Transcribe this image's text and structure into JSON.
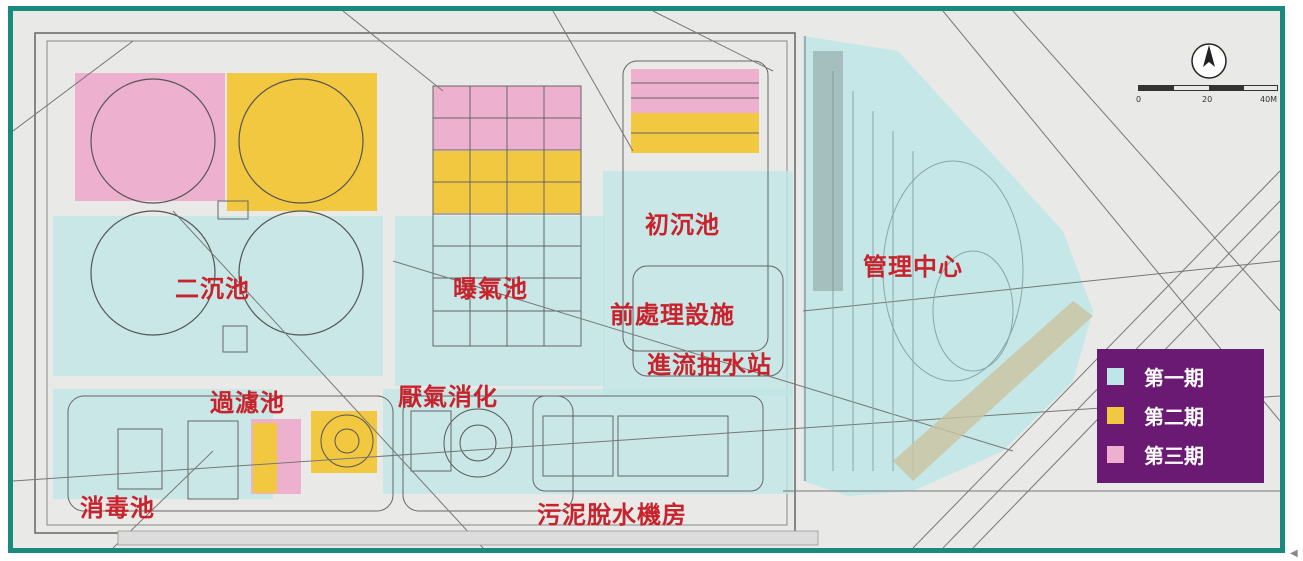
{
  "map": {
    "labels": {
      "secondary_clarifier": "二沉池",
      "aeration_tank": "曝氣池",
      "primary_clarifier": "初沉池",
      "pretreatment": "前處理設施",
      "influent_pump_station": "進流抽水站",
      "management_center": "管理中心",
      "filtration_tank": "過濾池",
      "anaerobic_digestion": "厭氣消化",
      "disinfection_tank": "消毒池",
      "sludge_dewatering": "污泥脫水機房"
    },
    "legend": {
      "items": [
        {
          "label": "第一期",
          "color": "#bfe6e6"
        },
        {
          "label": "第二期",
          "color": "#f2c840"
        },
        {
          "label": "第三期",
          "color": "#eeb0cf"
        }
      ]
    },
    "scale": {
      "ticks": [
        "0",
        "20",
        "40M"
      ]
    },
    "colors": {
      "frame": "#1a8a7e",
      "phase1": "#bfe6e6",
      "phase2": "#f2c840",
      "phase3": "#eeb0cf",
      "label_red": "#c8232c",
      "legend_bg": "#6a1a72"
    }
  }
}
